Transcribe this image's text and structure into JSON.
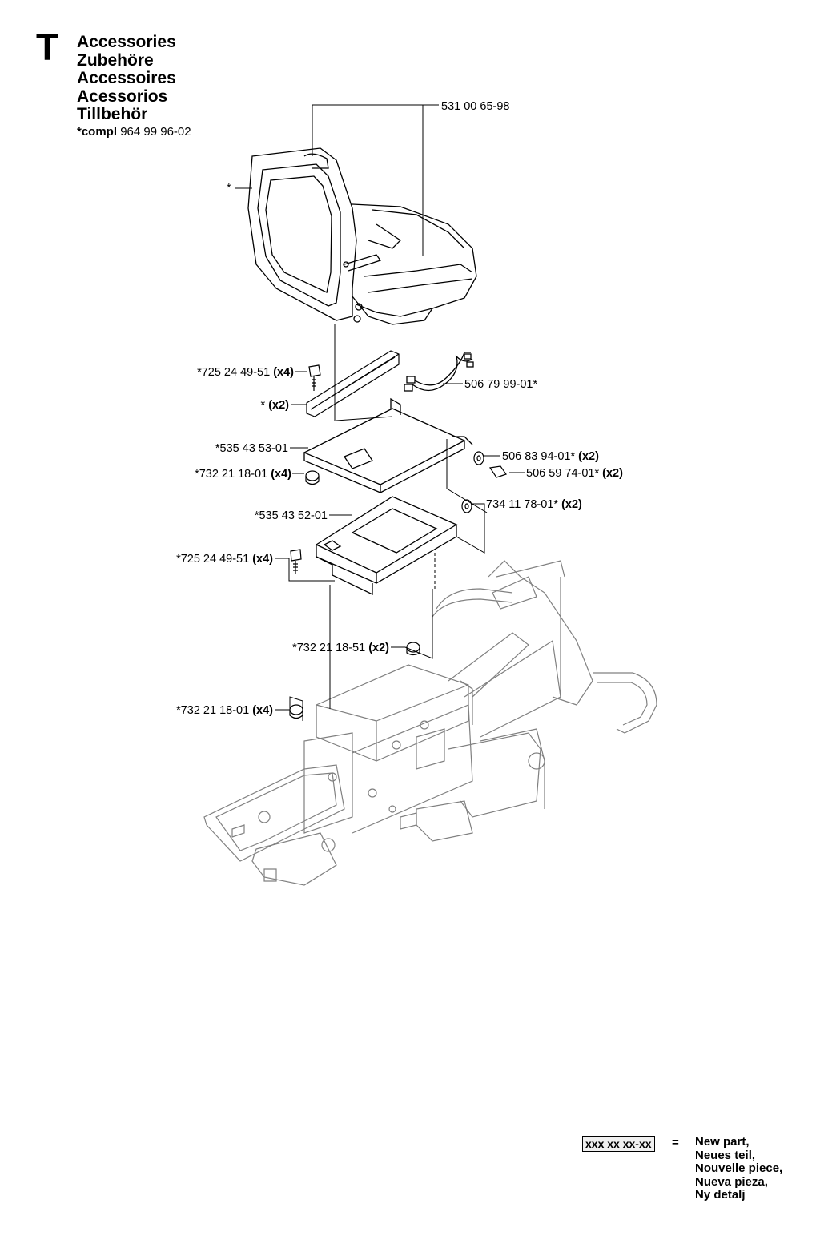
{
  "section": {
    "letter": "T",
    "titles": [
      "Accessories",
      "Zubehöre",
      "Accessoires",
      "Acessorios",
      "Tillbehör"
    ],
    "compl_prefix": "*compl",
    "compl_number": "964 99 96-02"
  },
  "parts": [
    {
      "id": "seat",
      "number": "531 00 65-98",
      "qty": ""
    },
    {
      "id": "seat-star",
      "number": "*",
      "qty": ""
    },
    {
      "id": "bolt-top",
      "number": "*725 24 49-51",
      "qty": "(x4)"
    },
    {
      "id": "rail",
      "number": "*",
      "qty": "(x2)"
    },
    {
      "id": "harness",
      "number": "506 79 99-01*",
      "qty": ""
    },
    {
      "id": "plate",
      "number": "*535 43 53-01",
      "qty": ""
    },
    {
      "id": "nut-top",
      "number": "*732 21 18-01",
      "qty": "(x4)"
    },
    {
      "id": "washer-a",
      "number": "506 83 94-01*",
      "qty": "(x2)"
    },
    {
      "id": "knob",
      "number": "506 59 74-01*",
      "qty": "(x2)"
    },
    {
      "id": "washer-b",
      "number": "734 11 78-01*",
      "qty": "(x2)"
    },
    {
      "id": "bracket",
      "number": "*535 43 52-01",
      "qty": ""
    },
    {
      "id": "bolt-mid",
      "number": "*725 24 49-51",
      "qty": "(x4)"
    },
    {
      "id": "nut-mid",
      "number": "*732 21 18-51",
      "qty": "(x2)"
    },
    {
      "id": "nut-bottom",
      "number": "*732 21 18-01",
      "qty": "(x4)"
    }
  ],
  "legend": {
    "box": "xxx xx xx-xx",
    "equals": "=",
    "lines": [
      "New part,",
      "Neues teil,",
      "Nouvelle piece,",
      "Nueva pieza,",
      "Ny detalj"
    ]
  },
  "colors": {
    "line": "#000000",
    "frame_line": "#808080"
  }
}
